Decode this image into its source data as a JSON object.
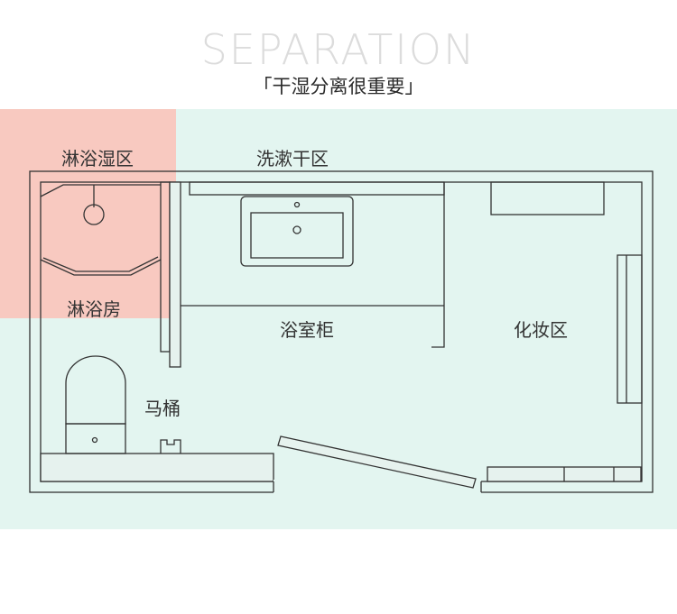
{
  "header": {
    "title_en": "SEPARATION",
    "title_zh": "「干湿分离很重要」"
  },
  "labels": {
    "shower_wet_zone": "淋浴湿区",
    "wash_dry_zone": "洗漱干区",
    "shower_room": "淋浴房",
    "vanity_cabinet": "浴室柜",
    "makeup_zone": "化妆区",
    "toilet": "马桶"
  },
  "colors": {
    "wet_zone": "#f8c9c0",
    "dry_zone": "#e3f5f0",
    "wall_stroke": "#333333",
    "wall_fill": "#e8f3ef"
  }
}
